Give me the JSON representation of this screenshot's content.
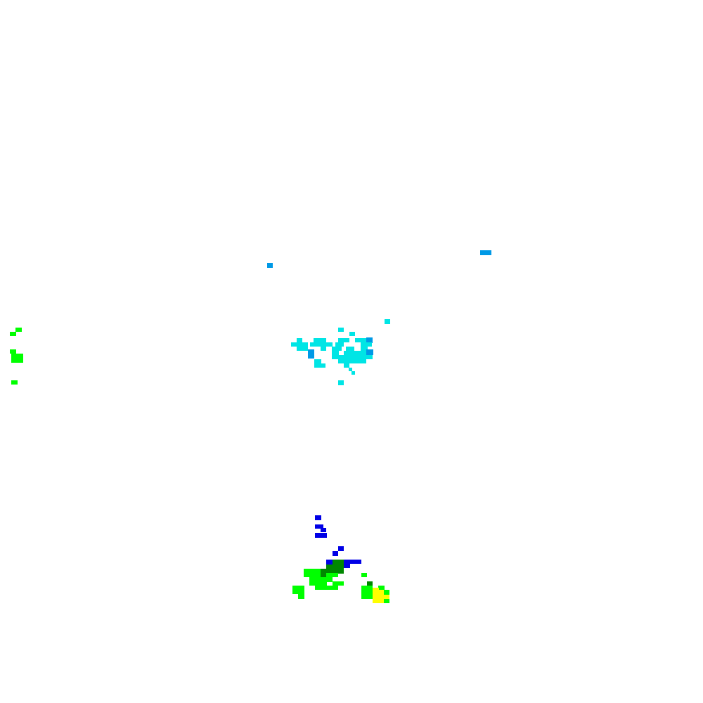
{
  "map": {
    "kind": "precipitation-radar-overlay",
    "background_color": "#ffffff",
    "legend": {
      "cyan": "#00e5e5",
      "light_blue": "#0099e6",
      "blue": "#0000e6",
      "green": "#00ff00",
      "dark_green": "#008800",
      "yellow": "#ffff00"
    },
    "echo_regions": [
      {
        "name": "central-cyan-echo-cluster",
        "dominant_color": "cyan"
      },
      {
        "name": "southern-green-echo-cluster",
        "dominant_color": "green"
      },
      {
        "name": "western-green-echo-fragments",
        "dominant_color": "green"
      },
      {
        "name": "isolated-light-blue-echoes",
        "dominant_color": "light_blue"
      }
    ]
  }
}
